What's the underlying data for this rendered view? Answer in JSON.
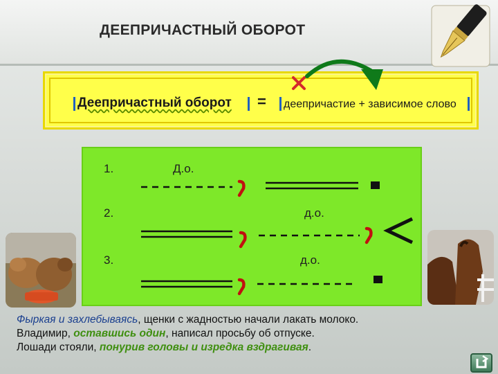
{
  "title": "ДЕЕПРИЧАСТНЫЙ  ОБОРОТ",
  "formula": {
    "left": "Деепричастный оборот",
    "equals": "=",
    "right": "деепричастие + зависимое слово"
  },
  "rows": [
    {
      "number": "1.",
      "label": "Д.о."
    },
    {
      "number": "2.",
      "label": "д.о."
    },
    {
      "number": "3.",
      "label": "д.о."
    }
  ],
  "sentences": [
    {
      "highlight": "Фыркая и захлебываясь",
      "rest": ", щенки с жадностью начали лакать молоко."
    },
    {
      "pre": "Владимир, ",
      "highlight": "оставшись один",
      "rest": ", написал просьбу об отпуске."
    },
    {
      "pre": "Лошади стояли,  ",
      "highlight": "понурив головы и изредка вздрагивая",
      "rest": "."
    }
  ],
  "colors": {
    "panel": "#7ee829",
    "formula_bg": "#ffff4a",
    "highlight": "#3f8f10",
    "comma": "#c01010"
  },
  "icons": [
    "pen-icon",
    "cross-icon",
    "curved-arrow-icon",
    "home-icon"
  ]
}
